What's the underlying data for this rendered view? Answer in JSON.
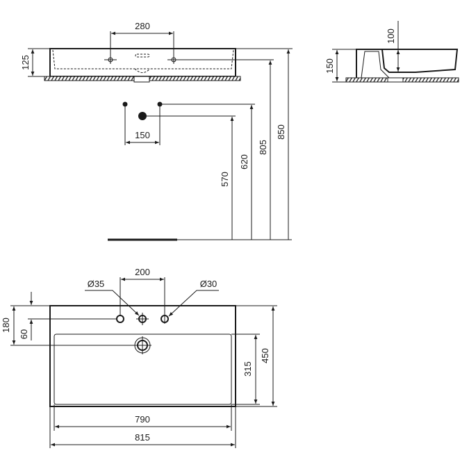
{
  "front_view": {
    "width_between_taps": "280",
    "height": "125",
    "total_height": "850",
    "tap_height": "805",
    "supply_height": "620",
    "waste_height": "570",
    "supply_spacing": "150"
  },
  "side_view": {
    "height": "150",
    "bowl_depth": "100"
  },
  "top_view": {
    "tap_hole_spacing": "200",
    "drain_diameter": "Ø35",
    "tap_hole_diameter": "Ø30",
    "hole_to_drain": "180",
    "hole_offset": "60",
    "bowl_depth": "315",
    "total_depth": "450",
    "bowl_width": "790",
    "total_width": "815"
  },
  "colors": {
    "line": "#1a1a1a",
    "background": "#ffffff"
  }
}
